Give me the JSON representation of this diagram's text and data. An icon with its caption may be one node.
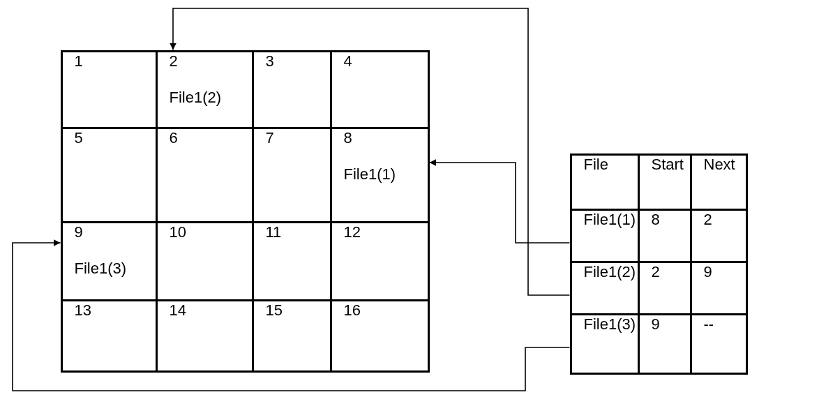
{
  "diagram": {
    "nodes": [
      {
        "text": [
          "1"
        ]
      },
      {
        "text": [
          "2",
          "File1(2)"
        ]
      },
      {
        "text": [
          "3"
        ]
      },
      {
        "text": [
          "4"
        ]
      },
      {
        "text": [
          "5"
        ]
      },
      {
        "text": [
          "6"
        ]
      },
      {
        "text": [
          "7"
        ]
      },
      {
        "text": [
          "8",
          "File1(1)"
        ]
      },
      {
        "text": [
          "9",
          "File1(3)"
        ]
      },
      {
        "text": [
          "10"
        ]
      },
      {
        "text": [
          "11"
        ]
      },
      {
        "text": [
          "12"
        ]
      },
      {
        "text": [
          "13"
        ]
      },
      {
        "text": [
          "14"
        ]
      },
      {
        "text": [
          "15"
        ]
      },
      {
        "text": [
          "16"
        ]
      },
      {
        "text": [
          "File"
        ]
      },
      {
        "text": [
          "Start"
        ]
      },
      {
        "text": [
          "Next"
        ]
      },
      {
        "text": [
          "File1(1)"
        ]
      },
      {
        "text": [
          "8"
        ]
      },
      {
        "text": [
          "2"
        ]
      },
      {
        "text": [
          "File1(2)"
        ]
      },
      {
        "text": [
          "2"
        ]
      },
      {
        "text": [
          "9"
        ]
      },
      {
        "text": [
          "File1(3)"
        ]
      },
      {
        "text": [
          "9"
        ]
      },
      {
        "text": [
          "--"
        ]
      }
    ],
    "edges": [
      {
        "from": 19,
        "to": 7,
        "arrow": "to"
      },
      {
        "from": 22,
        "to": 1,
        "arrow": "to"
      },
      {
        "from": 25,
        "to": 8,
        "arrow": "to"
      }
    ]
  }
}
